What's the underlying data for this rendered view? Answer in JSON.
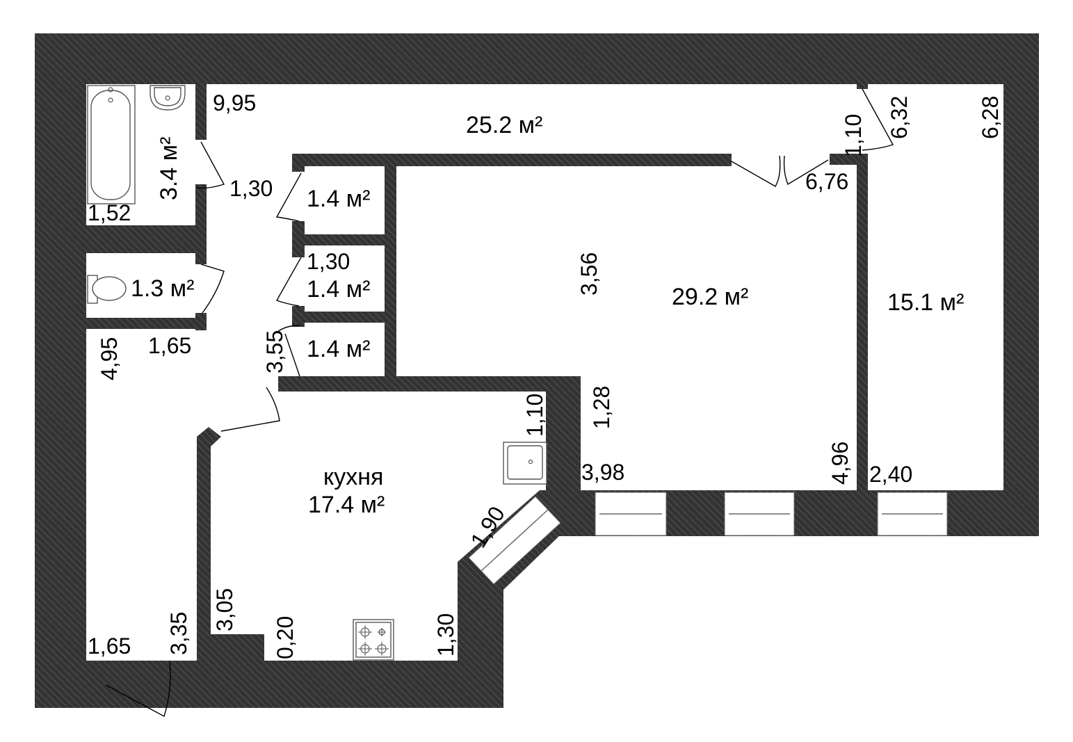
{
  "colors": {
    "wall": "#333333",
    "hatch": "#5a5a5a",
    "background": "#ffffff"
  },
  "rooms": {
    "corridor": "25.2 м²",
    "bathroom": "3.4 м²",
    "toilet": "1.3 м²",
    "closet_top": "1.4 м²",
    "closet_mid": "1.4 м²",
    "closet_bottom": "1.4 м²",
    "living": "29.2 м²",
    "bedroom": "15.1 м²",
    "kitchen_name": "кухня",
    "kitchen_area": "17.4 м²"
  },
  "dims": {
    "d995": "9,95",
    "d130a": "1,30",
    "d152": "1,52",
    "d130b": "1,30",
    "d495": "4,95",
    "d165a": "1,65",
    "d355": "3,55",
    "d356": "3,56",
    "d676": "6,76",
    "d110a": "1,10",
    "d632": "6,32",
    "d628": "6,28",
    "d128": "1,28",
    "d110b": "1,10",
    "d398": "3,98",
    "d496": "4,96",
    "d240": "2,40",
    "d190": "1,90",
    "d305": "3,05",
    "d020": "0,20",
    "d130c": "1,30",
    "d165b": "1,65",
    "d335": "3,35"
  },
  "icons": [
    "bathtub-icon",
    "sink-icon",
    "toilet-icon",
    "kitchen-sink-icon",
    "stove-icon",
    "door-swing-icon",
    "window-icon"
  ]
}
